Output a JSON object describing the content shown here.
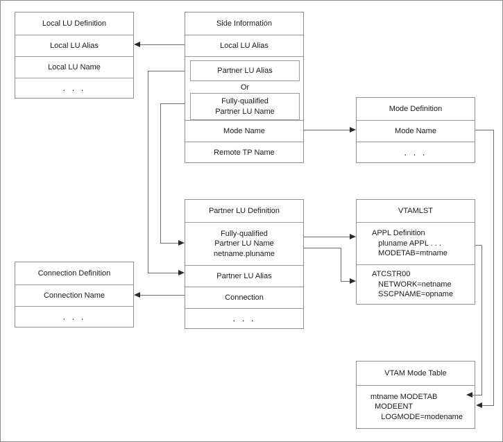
{
  "diagram": {
    "title": "APPC/VTAM side information to VTAM definitions mapping",
    "border_color": "#8f8f8f",
    "line_color": "#6d6d6d",
    "arrow_color": "#2b2b2b",
    "background": "#ffffff",
    "ellipsis": ". . ."
  },
  "boxes": {
    "local_lu_definition": {
      "header": "Local LU Definition",
      "rows": [
        "Local LU Alias",
        "Local LU Name",
        ". . ."
      ]
    },
    "side_information": {
      "header": "Side Information",
      "rows": [
        "Local LU Alias",
        "Mode Name",
        "Remote TP Name"
      ],
      "nested": {
        "partner_lu_alias": "Partner LU Alias",
        "or_label": "Or",
        "fully_qualified_partner_lu_name": "Fully-qualified\nPartner LU Name"
      }
    },
    "mode_definition": {
      "header": "Mode Definition",
      "rows": [
        "Mode Name",
        ". . ."
      ]
    },
    "partner_lu_definition": {
      "header": "Partner LU Definition",
      "rows": [
        "Fully-qualified\nPartner LU Name\nnetname.pluname",
        "Partner LU Alias",
        "Connection",
        ". . ."
      ]
    },
    "vtamlst": {
      "header": "VTAMLST",
      "rows": [
        "APPL Definition\n   pluname APPL . . .\n   MODETAB=mtname",
        "ATCSTR00\n   NETWORK=netname\n   SSCPNAME=opname"
      ]
    },
    "connection_definition": {
      "header": "Connection Definition",
      "rows": [
        "Connection Name",
        ". . ."
      ]
    },
    "vtam_mode_table": {
      "header": "VTAM Mode Table",
      "rows": [
        "mtname MODETAB\n  MODEENT\n     LOGMODE=modename"
      ]
    }
  }
}
